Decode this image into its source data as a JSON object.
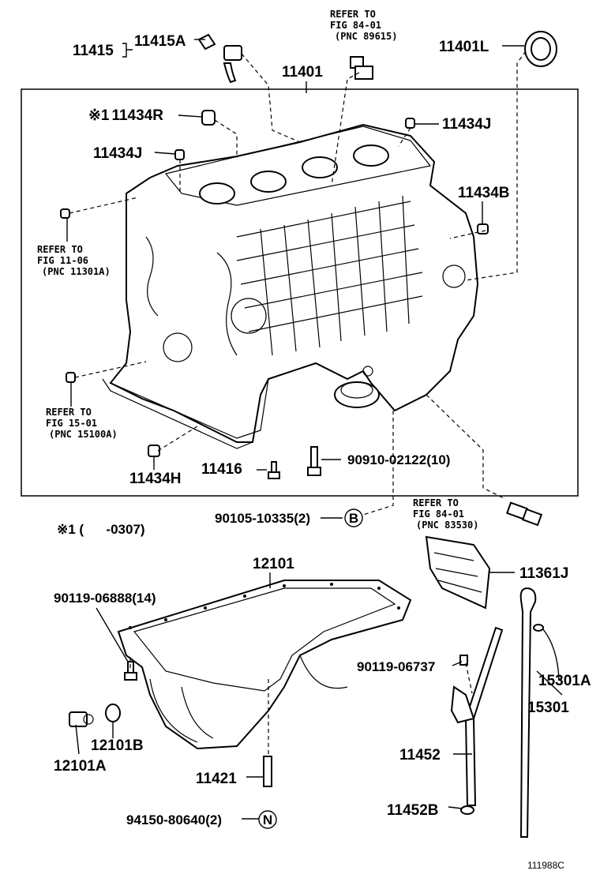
{
  "labels": {
    "p11415": "11415",
    "p11415A": "11415A",
    "p11401": "11401",
    "p11401L": "11401L",
    "p11434R": "11434R",
    "p11434J_a": "11434J",
    "p11434J_b": "11434J",
    "p11434B": "11434B",
    "p11434H": "11434H",
    "p11416": "11416",
    "p90910": "90910-02122(10)",
    "p90105": "90105-10335(2)",
    "p12101": "12101",
    "p90119a": "90119-06888(14)",
    "p11361J": "11361J",
    "p90119b": "90119-06737",
    "p15301A": "15301A",
    "p15301": "15301",
    "p11452": "11452",
    "p12101B": "12101B",
    "p12101A": "12101A",
    "p11421": "11421",
    "p94150": "94150-80640(2)",
    "p11452B": "11452B",
    "mark1": "※1",
    "note": "※1 (      -0307)",
    "circleB": "B",
    "circleN": "N"
  },
  "refs": {
    "r1": [
      "REFER TO",
      "FIG 84-01",
      "(PNC 89615)"
    ],
    "r2": [
      "REFER TO",
      "FIG 11-06",
      "(PNC 11301A)"
    ],
    "r3": [
      "REFER TO",
      "FIG 15-01",
      "(PNC 15100A)"
    ],
    "r4": [
      "REFER TO",
      "FIG 84-01",
      "(PNC 83530)"
    ]
  },
  "footer": {
    "code": "111988C"
  }
}
